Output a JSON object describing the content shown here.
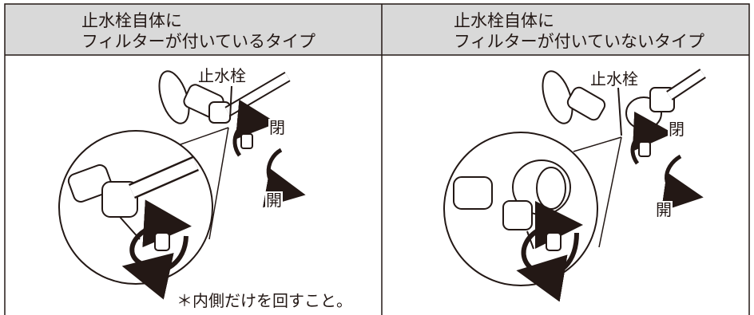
{
  "columns": [
    {
      "header": "止水栓自体に\nフィルターが付いているタイプ",
      "labels": {
        "valve": "止水栓",
        "close": "閉",
        "open": "開"
      },
      "note": "＊内側だけを回すこと。"
    },
    {
      "header": "止水栓自体に\nフィルターが付いていないタイプ",
      "labels": {
        "valve": "止水栓",
        "close": "閉",
        "open": "開"
      }
    }
  ],
  "colors": {
    "header_bg": "#d9d9d9",
    "border": "#231815",
    "line": "#231815"
  },
  "icons": [
    "valve-illustration",
    "rotate-close-arrow-icon",
    "rotate-open-arrow-icon",
    "key-handle-icon",
    "magnifier-circle"
  ]
}
